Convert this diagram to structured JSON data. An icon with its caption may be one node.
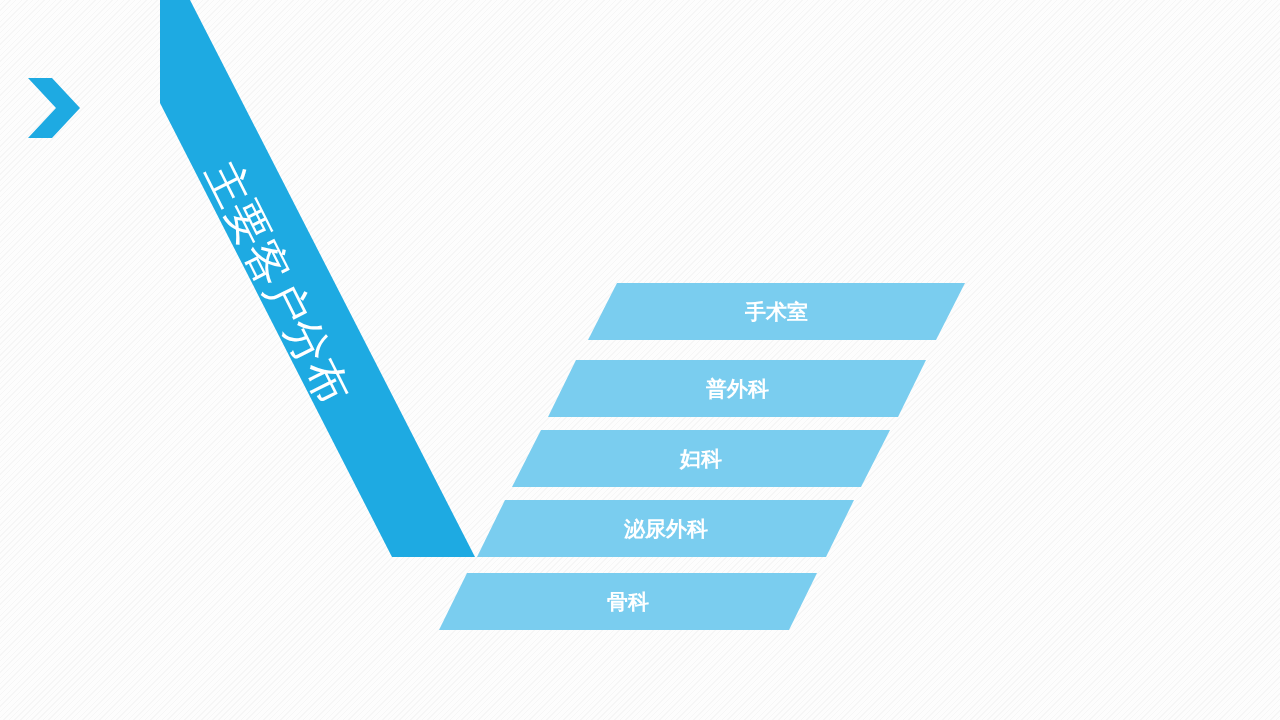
{
  "diagram": {
    "nodes": [
      {
        "text": [
          "主要客户分布"
        ]
      },
      {
        "text": [
          "手术室"
        ]
      },
      {
        "text": [
          "普外科"
        ]
      },
      {
        "text": [
          "妇科"
        ]
      },
      {
        "text": [
          "泌尿外科"
        ]
      },
      {
        "text": [
          "骨科"
        ]
      }
    ]
  }
}
